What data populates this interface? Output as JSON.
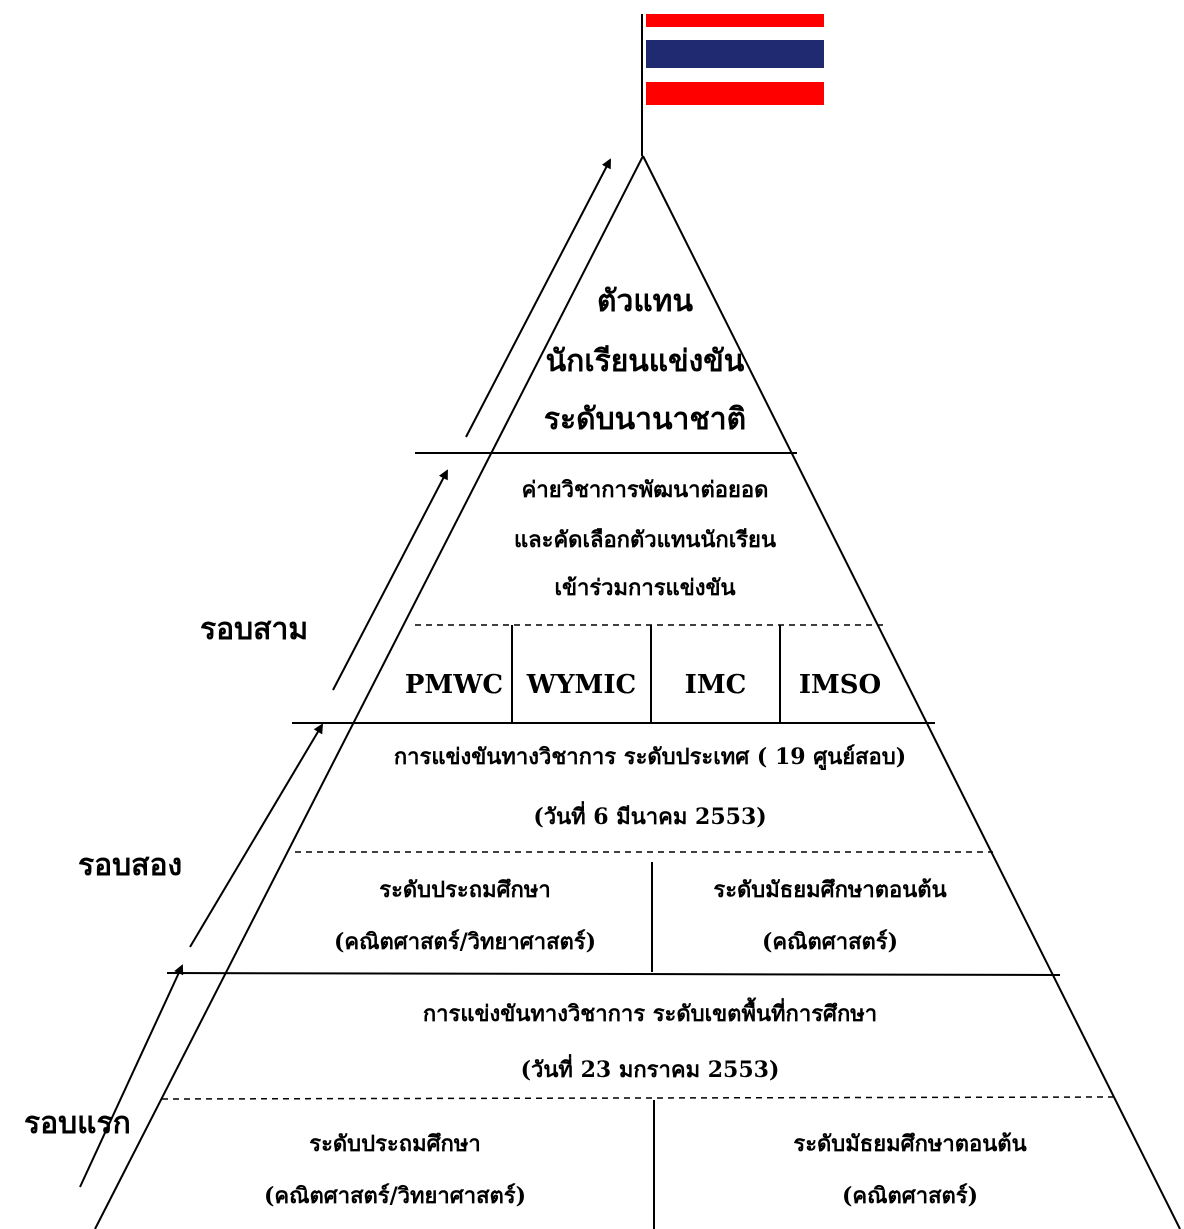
{
  "flag": {
    "colors": {
      "red": "#ff0000",
      "white": "#ffffff",
      "blue": "#1f2a70"
    }
  },
  "rounds": {
    "third": "รอบสาม",
    "second": "รอบสอง",
    "first": "รอบแรก"
  },
  "top": {
    "lines": [
      "ตัวแทน",
      "นักเรียนแข่งขัน",
      "ระดับนานาชาติ"
    ]
  },
  "camp": {
    "lines": [
      "ค่ายวิชาการพัฒนาต่อยอด",
      "และคัดเลือกตัวแทนนักเรียน",
      "เข้าร่วมการแข่งขัน"
    ]
  },
  "competitions": [
    "PMWC",
    "WYMIC",
    "IMC",
    "IMSO"
  ],
  "national": {
    "line1": "การแข่งขันทางวิชาการ ระดับประเทศ  ( 19 ศูนย์สอบ)",
    "line2": "(วันที่ 6 มีนาคม  2553)"
  },
  "national_levels": {
    "primary": {
      "line1": "ระดับประถมศึกษา",
      "line2": "(คณิตศาสตร์/วิทยาศาสตร์)"
    },
    "secondary": {
      "line1": "ระดับมัธยมศึกษาตอนต้น",
      "line2": "(คณิตศาสตร์)"
    }
  },
  "district": {
    "line1": "การแข่งขันทางวิชาการ  ระดับเขตพื้นที่การศึกษา",
    "line2": "(วันที่  23 มกราคม 2553)"
  },
  "district_levels": {
    "primary": {
      "line1": "ระดับประถมศึกษา",
      "line2": "(คณิตศาสตร์/วิทยาศาสตร์)"
    },
    "secondary": {
      "line1": "ระดับมัธยมศึกษาตอนต้น",
      "line2": "(คณิตศาสตร์)"
    }
  }
}
